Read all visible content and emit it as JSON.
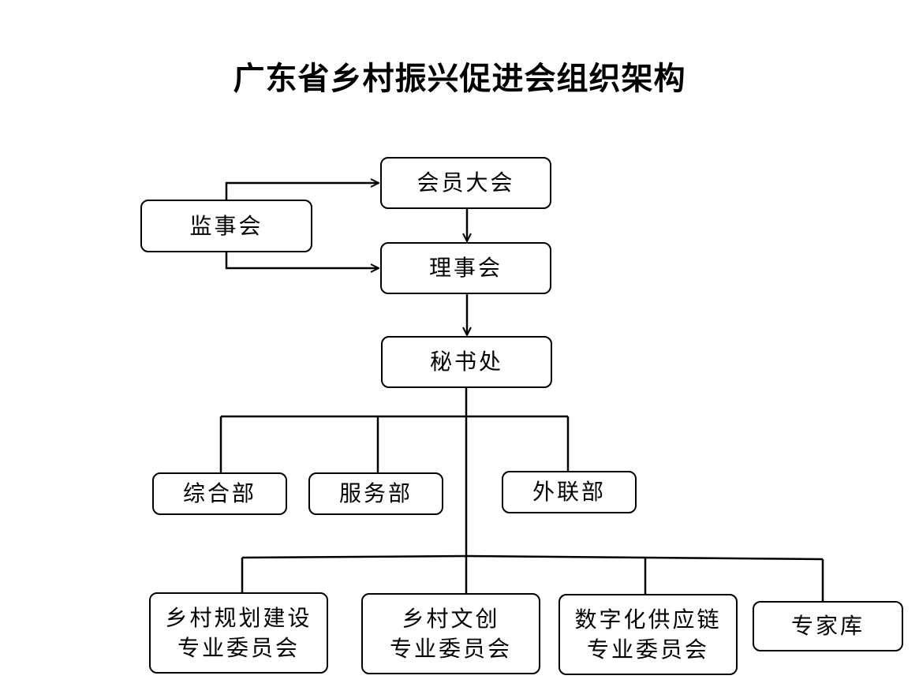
{
  "title": "广东省乡村振兴促进会组织架构",
  "nodes": {
    "general_assembly": "会员大会",
    "supervisory_board": "监事会",
    "council": "理事会",
    "secretariat": "秘书处",
    "general_department": "综合部",
    "service_department": "服务部",
    "external_liaison_department": "外联部",
    "rural_planning_committee": [
      "乡村规划建设",
      "专业委员会"
    ],
    "rural_cultural_creative_committee": [
      "乡村文创",
      "专业委员会"
    ],
    "digital_supply_chain_committee": [
      "数字化供应链",
      "专业委员会"
    ],
    "expert_pool": "专家库"
  }
}
